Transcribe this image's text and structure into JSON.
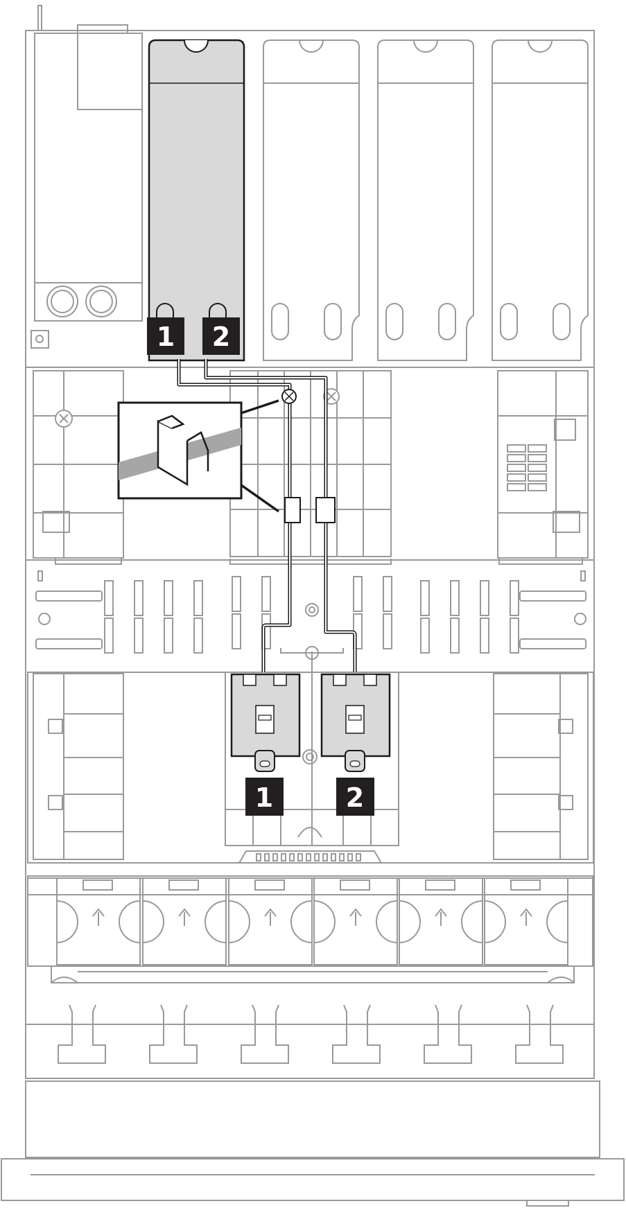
{
  "callouts": {
    "top_1": "1",
    "top_2": "2",
    "bottom_1": "1",
    "bottom_2": "2"
  },
  "colors": {
    "outline": "#999999",
    "cable": "#1a1a1a",
    "highlight_fill": "#d9d9d9",
    "callout_fill": "#231f20",
    "callout_text": "#ffffff"
  },
  "icons": [
    "cable-clip-icon",
    "airflow-arrow-icon",
    "release-latch-icon"
  ]
}
